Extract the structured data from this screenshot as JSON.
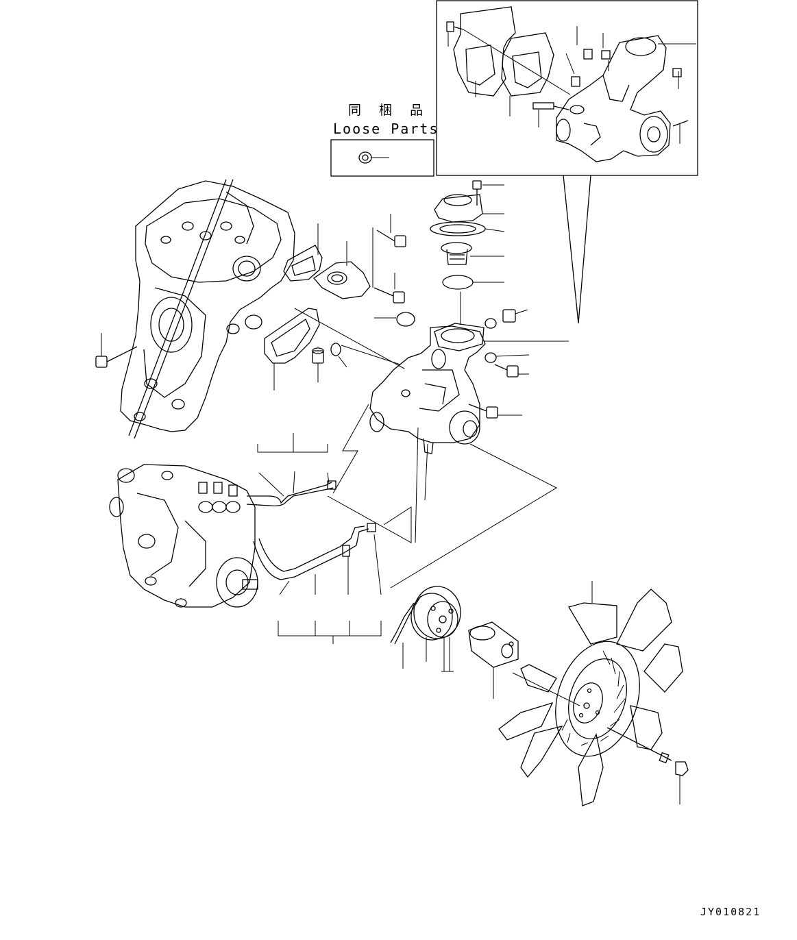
{
  "loose_parts": {
    "title_jp": "同 梱 品",
    "title_en": "Loose Parts"
  },
  "drawing_code": "JY010821"
}
